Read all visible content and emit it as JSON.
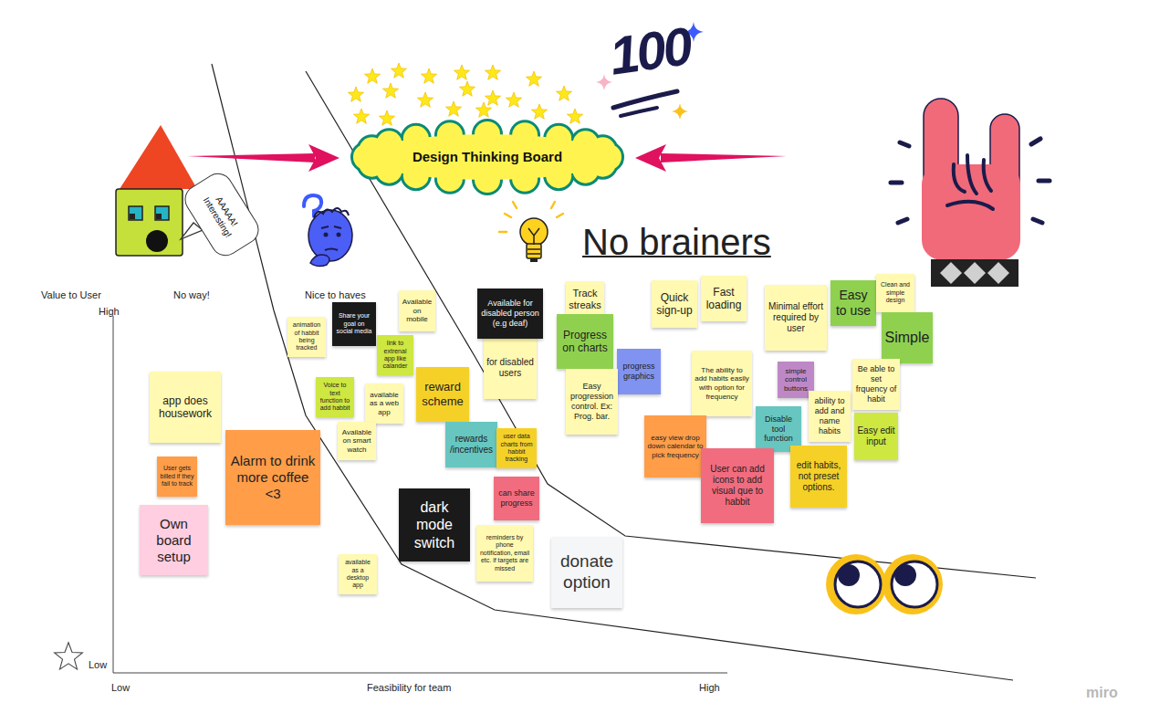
{
  "diagram": {
    "nodes": [
      {
        "text": [
          "Design Thinking Board"
        ]
      },
      {
        "text": [
          "AAAAA! Interesting!"
        ]
      },
      {
        "text": [
          "Available on mobile"
        ]
      },
      {
        "text": [
          "animation of habbit being tracked"
        ]
      },
      {
        "text": [
          "Share your goal on social media"
        ]
      },
      {
        "text": [
          "link to extrenal app like calander"
        ]
      },
      {
        "text": [
          "for disabled users"
        ]
      },
      {
        "text": [
          "Available for disabled person (e.g deaf)"
        ]
      },
      {
        "text": [
          "Track streaks"
        ]
      },
      {
        "text": [
          "Progress on charts"
        ]
      },
      {
        "text": [
          "progress graphics"
        ]
      },
      {
        "text": [
          "Easy progression control. Ex: Prog. bar."
        ]
      },
      {
        "text": [
          "Quick sign-up"
        ]
      },
      {
        "text": [
          "Fast loading"
        ]
      },
      {
        "text": [
          "Minimal effort required by user"
        ]
      },
      {
        "text": [
          "Easy to use"
        ]
      },
      {
        "text": [
          "Clean and simple design"
        ]
      },
      {
        "text": [
          "Simple"
        ]
      },
      {
        "text": [
          "The ability to add habits easily with option for frequency"
        ]
      },
      {
        "text": [
          "simple control buttons"
        ]
      },
      {
        "text": [
          "Be able to set frquency of habit"
        ]
      },
      {
        "text": [
          "ability to add and name habits"
        ]
      },
      {
        "text": [
          "Disable tool function"
        ]
      },
      {
        "text": [
          "Easy edit input"
        ]
      },
      {
        "text": [
          "easy view drop down calendar to pick frequency"
        ]
      },
      {
        "text": [
          "User can add icons to add visual que to habbit"
        ]
      },
      {
        "text": [
          "edit habits, not preset options."
        ]
      },
      {
        "text": [
          "Voice to text function to add habbit"
        ]
      },
      {
        "text": [
          "available as a web app"
        ]
      },
      {
        "text": [
          "reward scheme"
        ]
      },
      {
        "text": [
          "Available on smart watch"
        ]
      },
      {
        "text": [
          "rewards /incentives"
        ]
      },
      {
        "text": [
          "user data charts from habbit tracking"
        ]
      },
      {
        "text": [
          "can share progress"
        ]
      },
      {
        "text": [
          "dark mode switch"
        ]
      },
      {
        "text": [
          "reminders by phone notification, email etc. if targets are missed"
        ]
      },
      {
        "text": [
          "donate option"
        ]
      },
      {
        "text": [
          "available as a desktop app"
        ]
      },
      {
        "text": [
          "app does housework"
        ]
      },
      {
        "text": [
          "User gets billed if they fail to track"
        ]
      },
      {
        "text": [
          "Alarm to drink more coffee <3"
        ]
      },
      {
        "text": [
          "Own board setup"
        ]
      }
    ],
    "labels": [
      "100",
      "No brainers",
      "Value to User",
      "High",
      "No way!",
      "Nice to haves",
      "Low",
      "Low",
      "Feasibility for team",
      "High",
      "miro"
    ]
  }
}
